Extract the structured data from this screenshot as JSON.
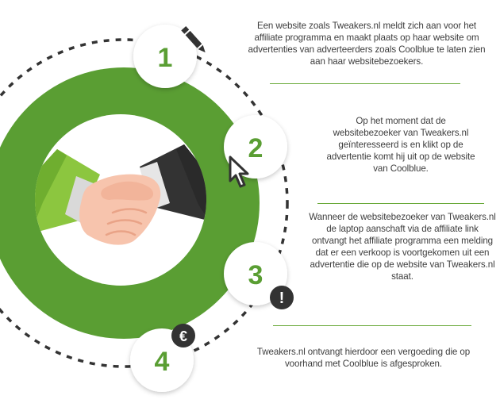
{
  "steps": [
    {
      "number": "1",
      "icon": "pencil-icon",
      "text": "Een website zoals Tweakers.nl meldt zich aan voor het affiliate programma en maakt plaats op haar website om advertenties van adverteerders zoals Coolblue te laten zien aan haar websitebezoekers."
    },
    {
      "number": "2",
      "icon": "cursor-icon",
      "text": "Op het moment dat de websitebezoeker van Tweakers.nl geïnteresseerd is en klikt op de advertentie komt hij uit op de website van Coolblue."
    },
    {
      "number": "3",
      "icon": "exclamation-icon",
      "text": "Wanneer de websitebezoeker van Tweakers.nl de laptop aanschaft via de affiliate link ontvangt het affiliate programma een melding dat er een verkoop is voortgekomen uit een advertentie die op de website van Tweakers.nl staat."
    },
    {
      "number": "4",
      "icon": "euro-icon",
      "text": "Tweakers.nl ontvangt hierdoor een vergoeding die op voorhand met Coolblue is afgesproken."
    }
  ],
  "colors": {
    "green": "#5a9e33",
    "light_green": "#8cc63f",
    "dark": "#333333",
    "skin": "#f7c4ad",
    "text": "#3d3d3d",
    "white": "#ffffff"
  },
  "center_icon": "handshake-icon",
  "euro_symbol": "€",
  "exclamation_symbol": "!"
}
